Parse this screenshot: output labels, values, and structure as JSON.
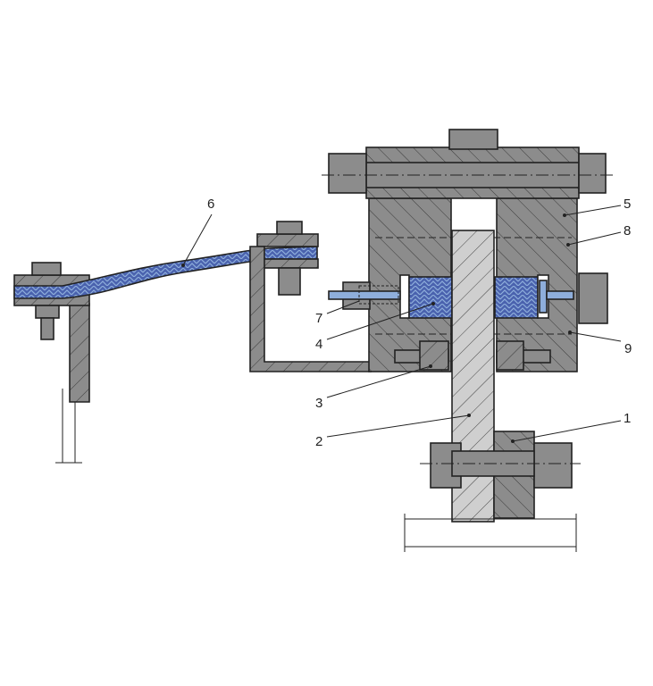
{
  "diagram": {
    "labels": {
      "p1": "1",
      "p2": "2",
      "p3": "3",
      "p4": "4",
      "p5": "5",
      "p6": "6",
      "p7": "7",
      "p8": "8",
      "p9": "9"
    },
    "colors": {
      "steel": "#8c8c8c",
      "steel_dark": "#6f6f6f",
      "shaft": "#cfcfcf",
      "packing": "#4a62ae",
      "packing_light": "#8eaedb",
      "outline": "#222222"
    }
  }
}
